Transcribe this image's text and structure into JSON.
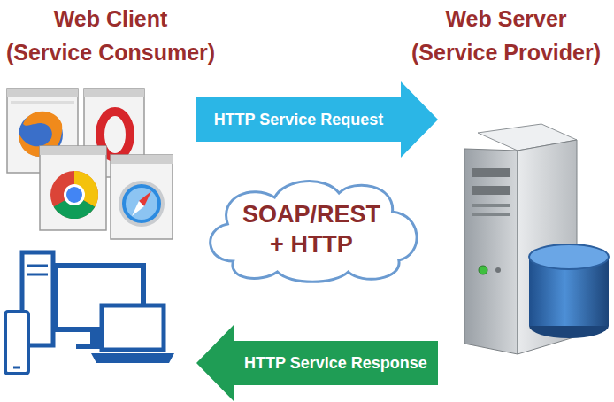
{
  "diagram": {
    "nodes": [
      {
        "text": [
          "Web Client",
          "(Service Consumer)"
        ]
      },
      {
        "text": [
          "Web Server",
          "(Service Provider)"
        ]
      },
      {
        "text": [
          "SOAP/REST + HTTP"
        ]
      }
    ],
    "edges": [
      {
        "from": 0,
        "to": 1,
        "arrow": "to",
        "label": "HTTP Service Request"
      },
      {
        "from": 1,
        "to": 0,
        "arrow": "to",
        "label": "HTTP Service Response"
      }
    ]
  }
}
